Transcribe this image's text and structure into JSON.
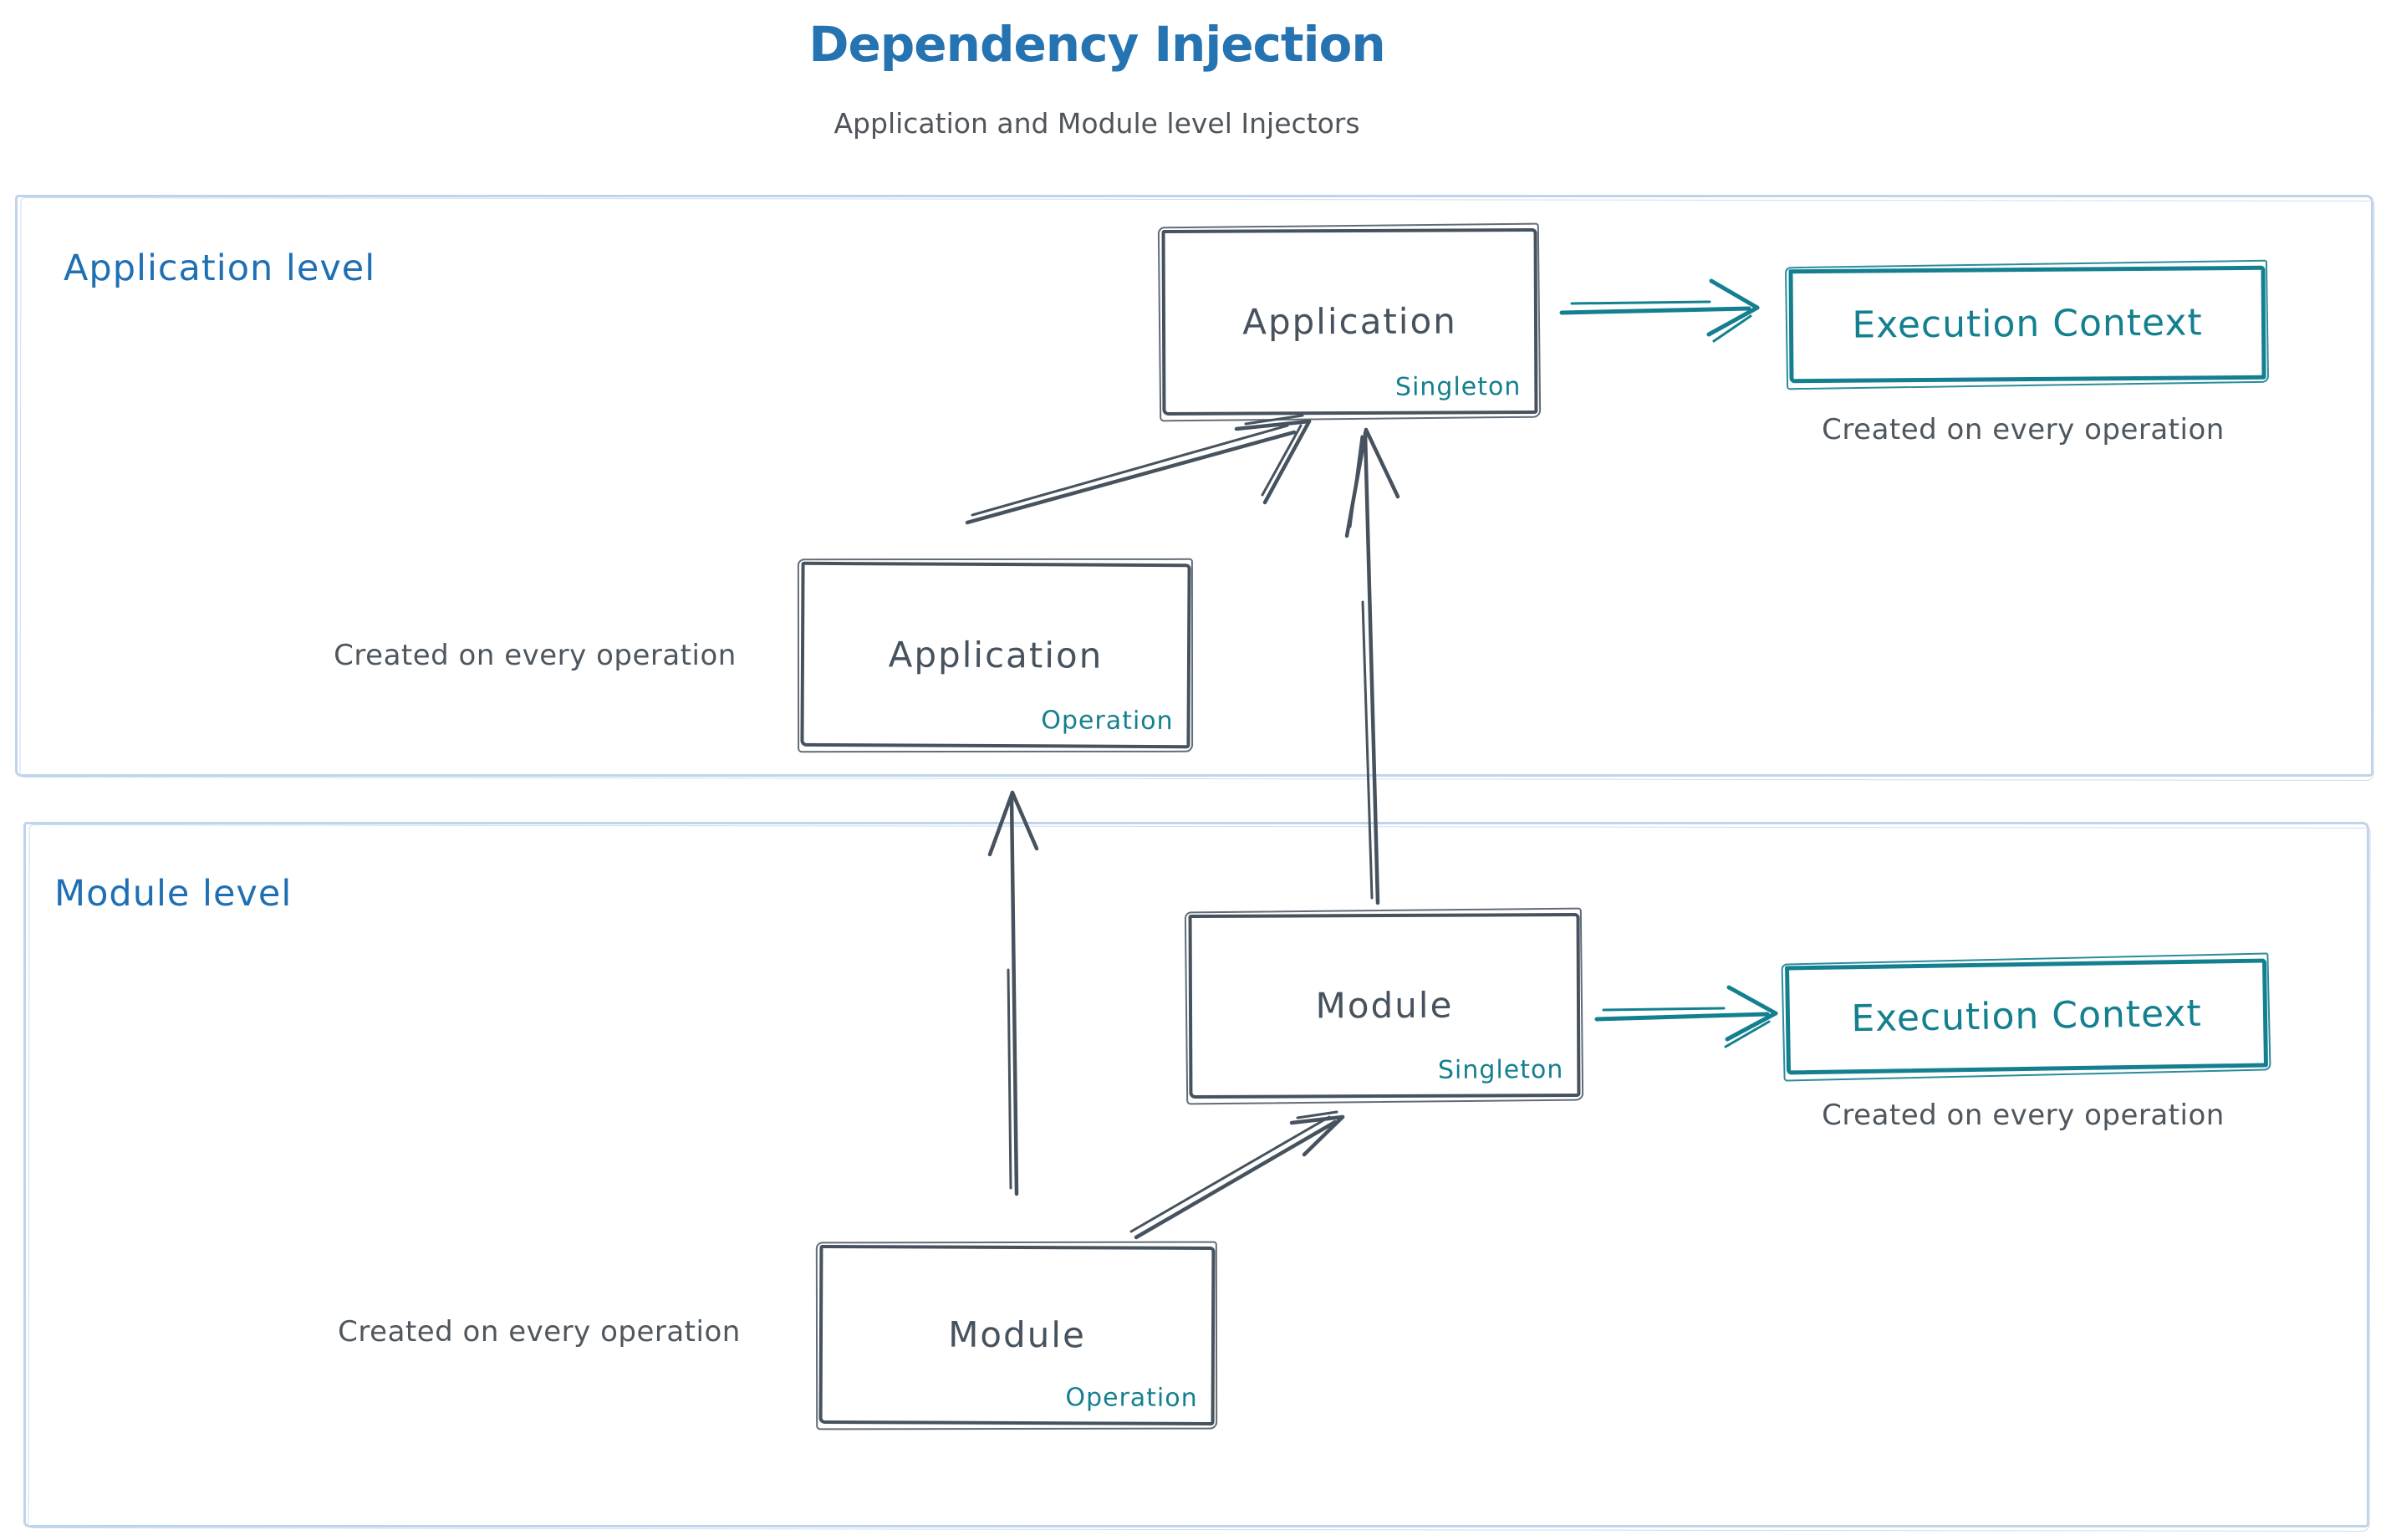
{
  "title": "Dependency Injection",
  "subtitle": "Application and Module level Injectors",
  "sections": [
    {
      "label": "Application level"
    },
    {
      "label": "Module level"
    }
  ],
  "nodes": [
    {
      "title": "Application",
      "scope": "Singleton"
    },
    {
      "title": "Application",
      "scope": "Operation"
    },
    {
      "title": "Module",
      "scope": "Singleton"
    },
    {
      "title": "Module",
      "scope": "Operation"
    }
  ],
  "execution_contexts": [
    {
      "label": "Execution Context",
      "caption": "Created on every operation"
    },
    {
      "label": "Execution Context",
      "caption": "Created on every operation"
    }
  ],
  "operation_captions": [
    "Created on every operation",
    "Created on every operation"
  ],
  "arrows": [
    {
      "from": "Application Operation",
      "to": "Application Singleton",
      "color": "#46525e"
    },
    {
      "from": "Module Singleton",
      "to": "Application Singleton",
      "color": "#46525e"
    },
    {
      "from": "Module Operation",
      "to": "Application Operation",
      "color": "#46525e"
    },
    {
      "from": "Module Operation",
      "to": "Module Singleton",
      "color": "#46525e"
    },
    {
      "from": "Application Singleton",
      "to": "Execution Context (application level)",
      "color": "#14808f"
    },
    {
      "from": "Module Singleton",
      "to": "Execution Context (module level)",
      "color": "#14808f"
    }
  ],
  "colors": {
    "title_blue": "#2673b2",
    "label_blue": "#1f6fb4",
    "node_ink": "#46525e",
    "teal": "#14808f",
    "caption_gray": "#4e565e",
    "section_border_blue": "#bfd3ea",
    "background": "#ffffff"
  }
}
